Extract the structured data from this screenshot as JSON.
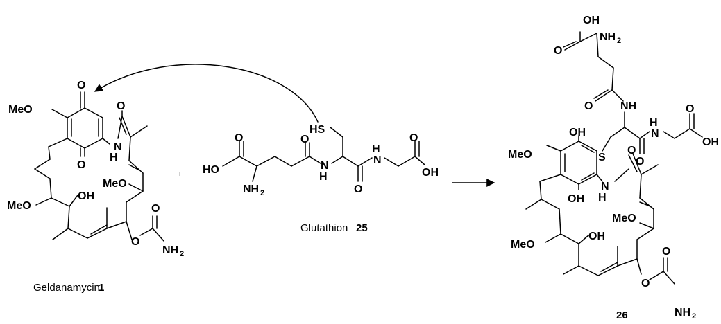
{
  "captions": {
    "geldanamycin_name": "Geldanamycin",
    "geldanamycin_num": "1",
    "glutathion_name": "Glutathion",
    "glutathion_num": "25",
    "product_num": "26"
  },
  "operators": {
    "plus": "+"
  },
  "atoms": {
    "O": "O",
    "MeO": "MeO",
    "OH": "OH",
    "HO": "HO",
    "N": "N",
    "H": "H",
    "NH": "NH",
    "HS": "HS",
    "S": "S",
    "NH2_main": "NH",
    "NH2_sub": "2",
    "OH_clipped": "OH"
  },
  "colors": {
    "ink": "#000000",
    "background": "#ffffff"
  }
}
